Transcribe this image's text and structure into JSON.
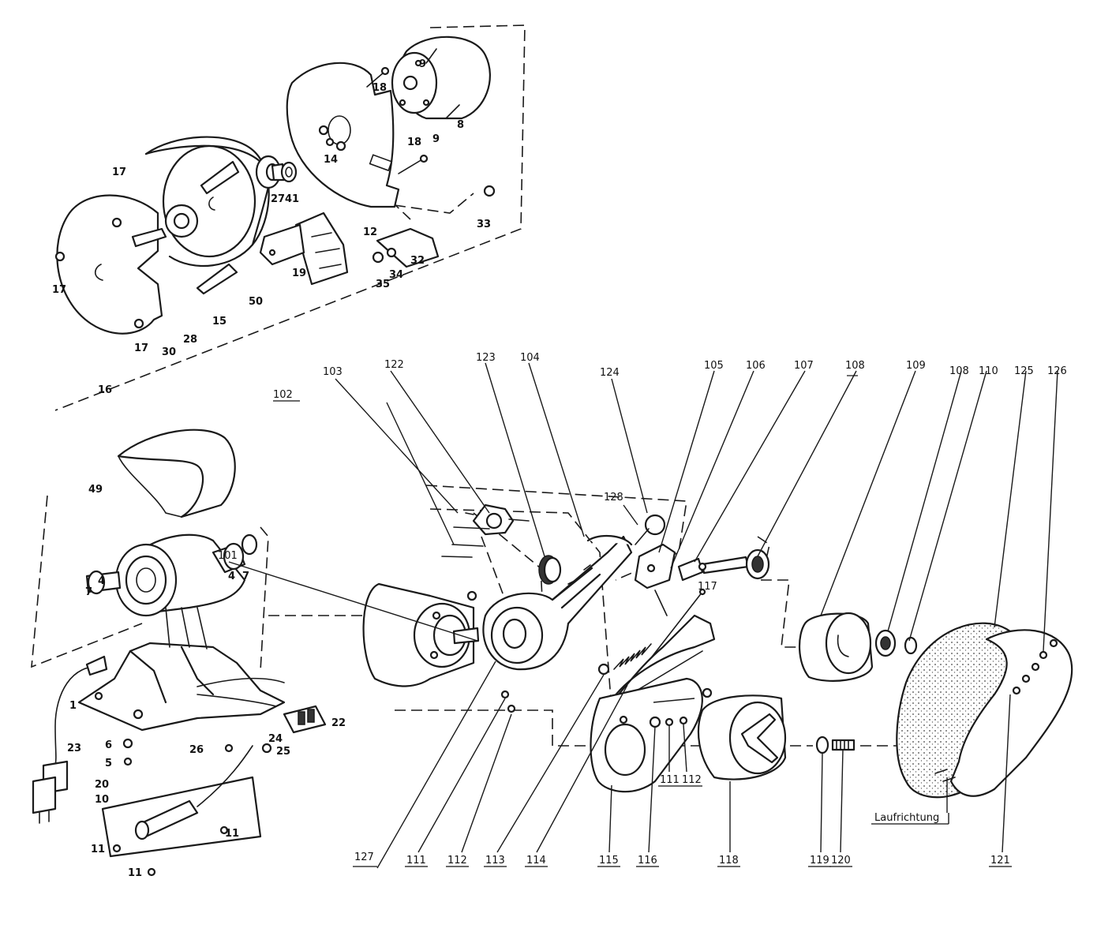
{
  "callouts": [
    {
      "id": "c17a",
      "text": "17"
    },
    {
      "id": "c17b",
      "text": "17"
    },
    {
      "id": "c17c",
      "text": "17"
    },
    {
      "id": "c16",
      "text": "16"
    },
    {
      "id": "c30",
      "text": "30"
    },
    {
      "id": "c28",
      "text": "28"
    },
    {
      "id": "c15",
      "text": "15"
    },
    {
      "id": "c50",
      "text": "50"
    },
    {
      "id": "c19",
      "text": "19"
    },
    {
      "id": "c27",
      "text": "27"
    },
    {
      "id": "c41",
      "text": "41"
    },
    {
      "id": "c14",
      "text": "14"
    },
    {
      "id": "c12",
      "text": "12"
    },
    {
      "id": "c18a",
      "text": "18"
    },
    {
      "id": "c18b",
      "text": "18"
    },
    {
      "id": "c9a",
      "text": "9"
    },
    {
      "id": "c9b",
      "text": "9"
    },
    {
      "id": "c8",
      "text": "8"
    },
    {
      "id": "c33",
      "text": "33"
    },
    {
      "id": "c32",
      "text": "32"
    },
    {
      "id": "c34",
      "text": "34"
    },
    {
      "id": "c35",
      "text": "35"
    },
    {
      "id": "c49",
      "text": "49"
    },
    {
      "id": "c7a",
      "text": "7"
    },
    {
      "id": "c4a",
      "text": "4"
    },
    {
      "id": "c4b",
      "text": "4"
    },
    {
      "id": "c7b",
      "text": "7"
    },
    {
      "id": "c1",
      "text": "1"
    },
    {
      "id": "c23",
      "text": "23"
    },
    {
      "id": "c6",
      "text": "6"
    },
    {
      "id": "c5",
      "text": "5"
    },
    {
      "id": "c26",
      "text": "26"
    },
    {
      "id": "c24",
      "text": "24"
    },
    {
      "id": "c25",
      "text": "25"
    },
    {
      "id": "c22",
      "text": "22"
    },
    {
      "id": "c20",
      "text": "20"
    },
    {
      "id": "c10",
      "text": "10"
    },
    {
      "id": "c11a",
      "text": "11"
    },
    {
      "id": "c11b",
      "text": "11"
    },
    {
      "id": "c11c",
      "text": "11"
    }
  ],
  "leader_callouts": [
    {
      "id": "u101",
      "text": "101"
    },
    {
      "id": "u102",
      "text": "102"
    },
    {
      "id": "u103",
      "text": "103"
    },
    {
      "id": "u122",
      "text": "122"
    },
    {
      "id": "u123",
      "text": "123"
    },
    {
      "id": "u104",
      "text": "104"
    },
    {
      "id": "u124",
      "text": "124"
    },
    {
      "id": "u128",
      "text": "128"
    },
    {
      "id": "u105",
      "text": "105"
    },
    {
      "id": "u106",
      "text": "106"
    },
    {
      "id": "u107",
      "text": "107"
    },
    {
      "id": "u108a",
      "text": "108"
    },
    {
      "id": "u109",
      "text": "109"
    },
    {
      "id": "u108b",
      "text": "108"
    },
    {
      "id": "u110",
      "text": "110"
    },
    {
      "id": "u125",
      "text": "125"
    },
    {
      "id": "u126",
      "text": "126"
    },
    {
      "id": "u117",
      "text": "117"
    },
    {
      "id": "u127",
      "text": "127"
    },
    {
      "id": "u111a",
      "text": "111"
    },
    {
      "id": "u112a",
      "text": "112"
    },
    {
      "id": "u113",
      "text": "113"
    },
    {
      "id": "u114",
      "text": "114"
    },
    {
      "id": "u115",
      "text": "115"
    },
    {
      "id": "u116",
      "text": "116"
    },
    {
      "id": "u111b",
      "text": "111"
    },
    {
      "id": "u112b",
      "text": "112"
    },
    {
      "id": "u118",
      "text": "118"
    },
    {
      "id": "u119",
      "text": "119"
    },
    {
      "id": "u120",
      "text": "120"
    },
    {
      "id": "u121",
      "text": "121"
    }
  ],
  "annotations": {
    "direction_label": "Laufrichtung"
  },
  "colors": {
    "ink": "#1a1a1a",
    "paper": "#ffffff"
  }
}
